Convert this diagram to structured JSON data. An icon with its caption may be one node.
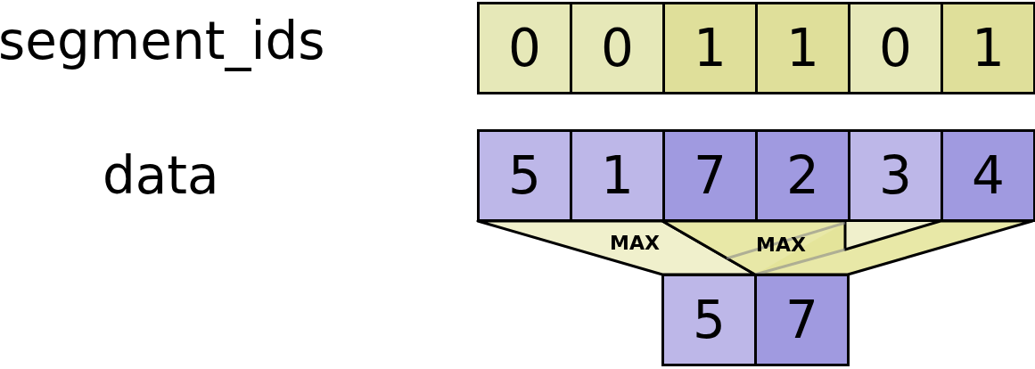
{
  "diagram": {
    "nodes": [
      {
        "text": [
          "0"
        ]
      },
      {
        "text": [
          "0"
        ]
      },
      {
        "text": [
          "1"
        ]
      },
      {
        "text": [
          "1"
        ]
      },
      {
        "text": [
          "0"
        ]
      },
      {
        "text": [
          "1"
        ]
      },
      {
        "text": [
          "5"
        ]
      },
      {
        "text": [
          "1"
        ]
      },
      {
        "text": [
          "7"
        ]
      },
      {
        "text": [
          "2"
        ]
      },
      {
        "text": [
          "3"
        ]
      },
      {
        "text": [
          "4"
        ]
      },
      {
        "text": [
          "MAX"
        ]
      },
      {
        "text": [
          "MAX"
        ]
      },
      {
        "text": [
          "5"
        ]
      },
      {
        "text": [
          "7"
        ]
      }
    ],
    "labels": [
      "segment_ids",
      "data"
    ]
  }
}
